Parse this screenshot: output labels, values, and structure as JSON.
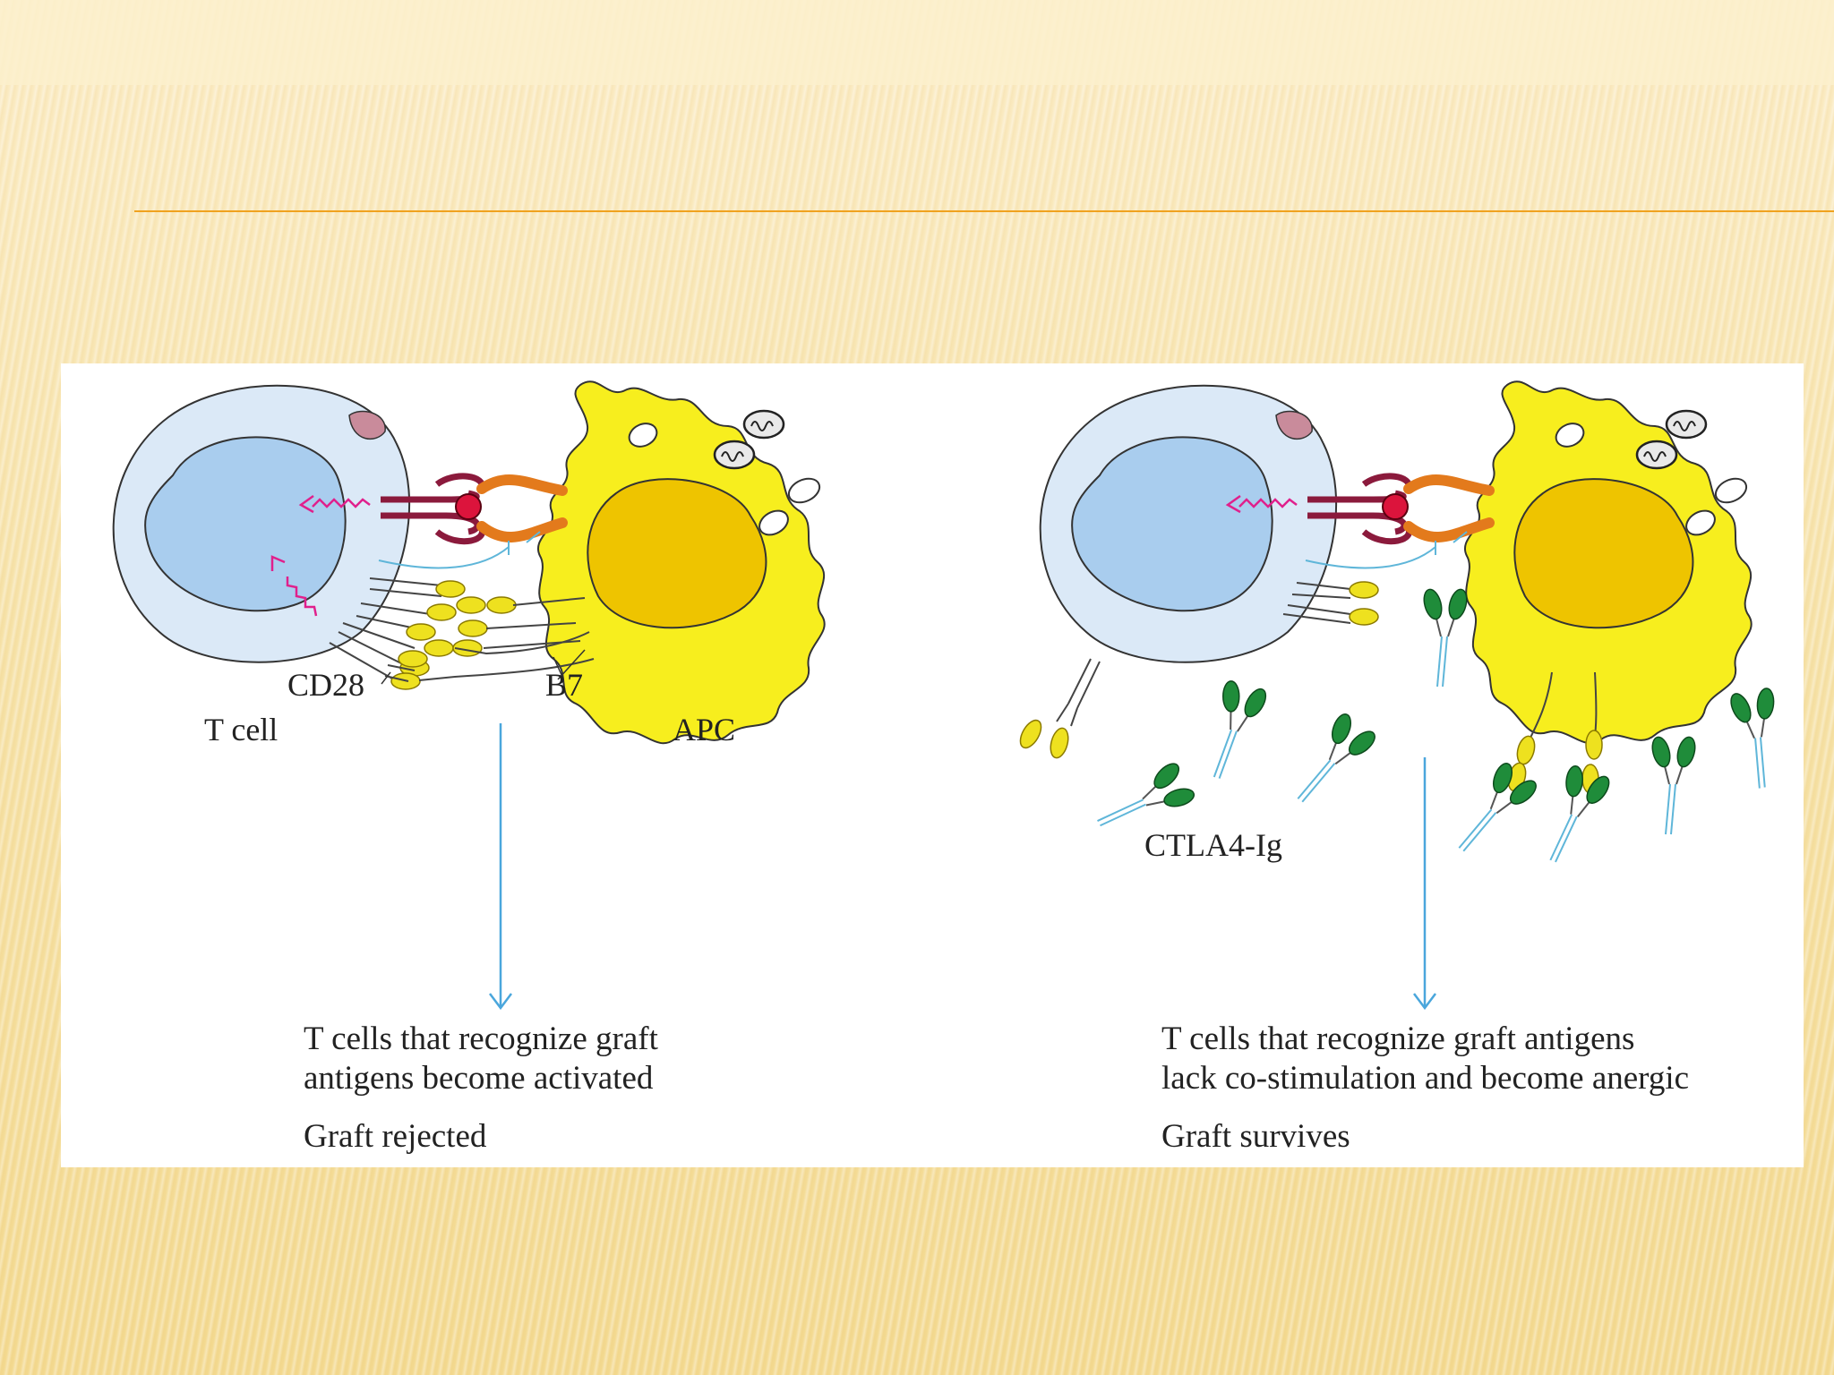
{
  "labels": {
    "t_cell": "T cell",
    "apc": "APC",
    "cd28": "CD28",
    "b7": "B7",
    "ctla4_ig": "CTLA4-Ig"
  },
  "left_panel": {
    "caption_line1": "T cells that recognize graft",
    "caption_line2": "antigens become activated",
    "outcome": "Graft rejected"
  },
  "right_panel": {
    "caption_line1": "T cells that recognize graft antigens",
    "caption_line2": "lack co-stimulation and become anergic",
    "outcome": "Graft survives"
  },
  "colors": {
    "t_cell_body": "#dbe9f7",
    "t_cell_nucleus": "#a9cdee",
    "apc_body": "#f7ee1e",
    "apc_nucleus": "#eec400",
    "tcr": "#8b1a3c",
    "mhc": "#e37a1c",
    "antigen": "#dc143c",
    "cd28_b7": "#eee11f",
    "ctla4_ig": "#1f8c3a",
    "arrow": "#4aa6dc",
    "title_rule": "#f0a21f"
  }
}
